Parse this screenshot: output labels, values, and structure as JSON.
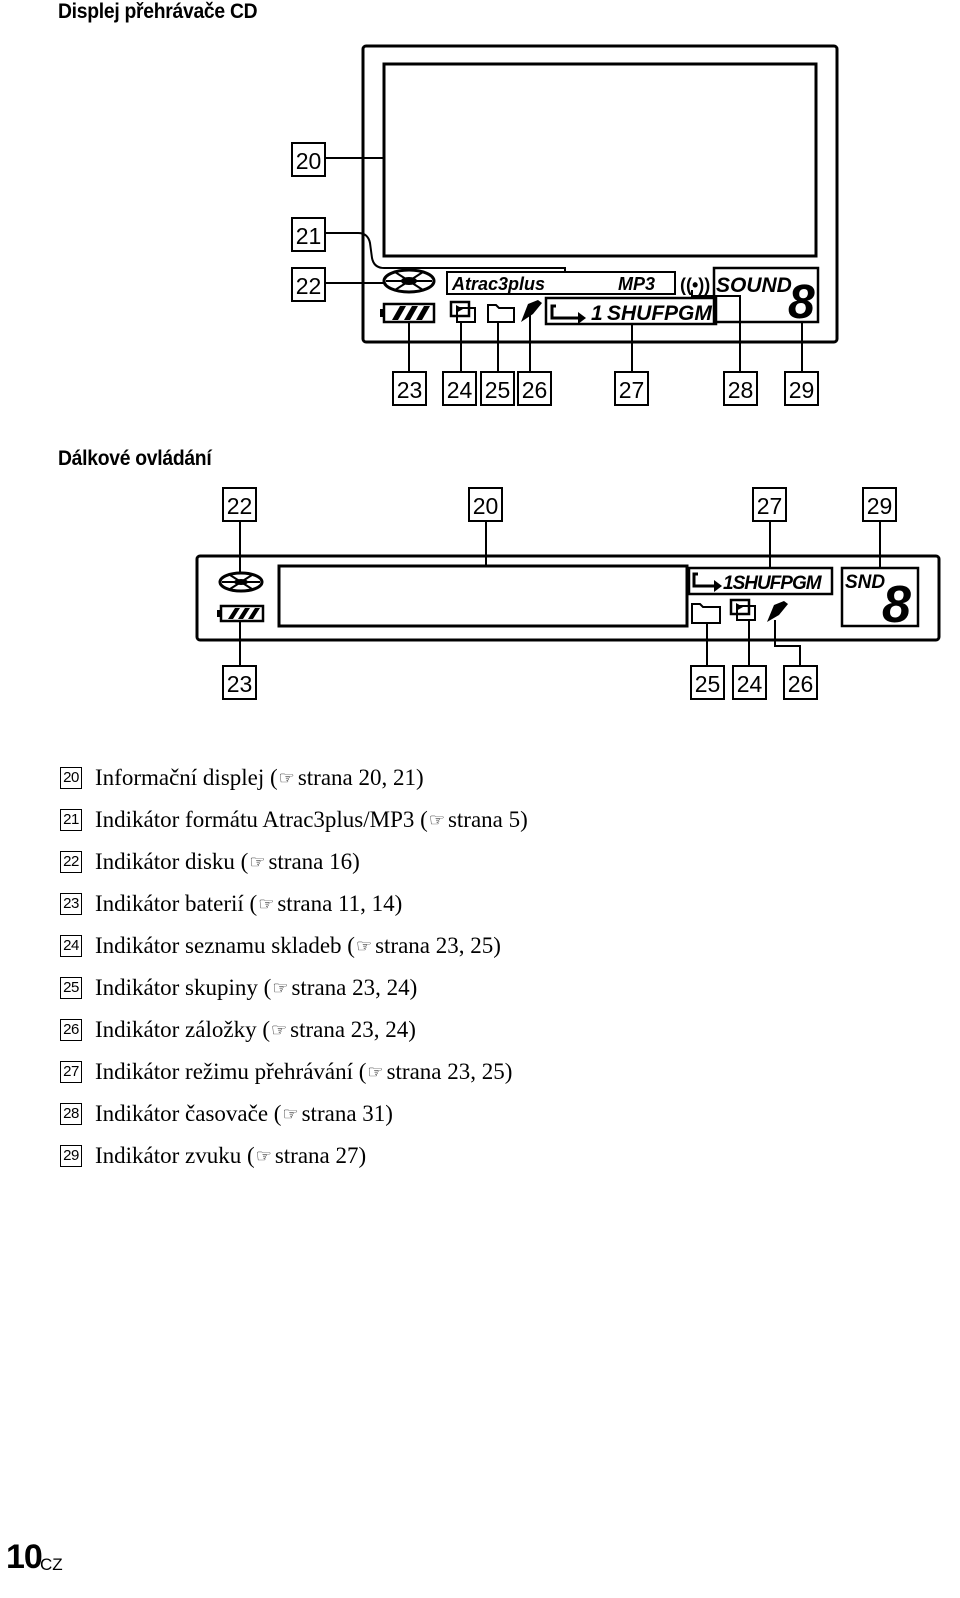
{
  "section_cd": {
    "heading": "Displej přehrávače CD"
  },
  "section_remote": {
    "heading": "Dálkové ovládání"
  },
  "cd_display": {
    "format_atrac": "Atrac3plus",
    "format_mp3": "MP3",
    "timer": "((•))",
    "sound": "SOUND",
    "mode_1": "1",
    "mode_shuf": "SHUF",
    "mode_pgm": "PGM",
    "digit": "8",
    "callouts": [
      "20",
      "21",
      "22",
      "23",
      "24",
      "25",
      "26",
      "27",
      "28",
      "29"
    ]
  },
  "remote_display": {
    "mode": "1SHUFPGM",
    "snd": "SND",
    "digit": "8",
    "callouts_top": [
      "22",
      "20",
      "27",
      "29"
    ],
    "callouts_bottom": [
      "23",
      "25",
      "24",
      "26"
    ]
  },
  "legend": [
    {
      "num": "20",
      "text": "Informační displej (",
      "ref": "strana 20, 21)"
    },
    {
      "num": "21",
      "text": "Indikátor formátu Atrac3plus/MP3 (",
      "ref": "strana 5)"
    },
    {
      "num": "22",
      "text": "Indikátor disku (",
      "ref": "strana 16)"
    },
    {
      "num": "23",
      "text": "Indikátor baterií (",
      "ref": "strana 11, 14)"
    },
    {
      "num": "24",
      "text": "Indikátor seznamu skladeb (",
      "ref": "strana 23, 25)"
    },
    {
      "num": "25",
      "text": "Indikátor skupiny (",
      "ref": "strana 23, 24)"
    },
    {
      "num": "26",
      "text": "Indikátor záložky (",
      "ref": "strana 23, 24)"
    },
    {
      "num": "27",
      "text": "Indikátor režimu přehrávání (",
      "ref": "strana 23, 25)"
    },
    {
      "num": "28",
      "text": "Indikátor časovače (",
      "ref": "strana 31)"
    },
    {
      "num": "29",
      "text": "Indikátor zvuku (",
      "ref": "strana 27)"
    }
  ],
  "footer": {
    "page": "10",
    "lang": "CZ"
  }
}
